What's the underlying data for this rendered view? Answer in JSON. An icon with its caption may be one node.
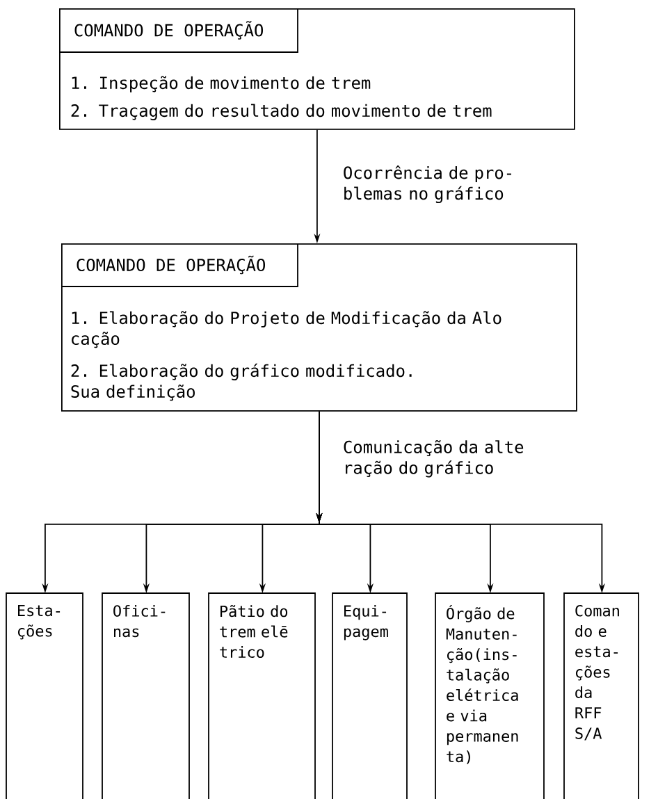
{
  "diagram": {
    "nodes": [
      {
        "text": [
          "COMANDO DE OPERAÇÃO",
          "1. Inspeção de movimento de trem",
          "2. Traçagem do resultado do movimento de trem"
        ]
      },
      {
        "text": [
          "COMANDO DE OPERAÇÃO",
          "1. Elaboração do Projeto de Modificação da Alo cação",
          "2. Elaboração do gráfico modificado. Sua definição"
        ]
      },
      {
        "text": [
          "Esta- ções"
        ]
      },
      {
        "text": [
          "Ofici- nas"
        ]
      },
      {
        "text": [
          "Pãtio do trem elē trico"
        ]
      },
      {
        "text": [
          "Equi- pagem"
        ]
      },
      {
        "text": [
          "Órgão de Manuten- ção(ins- talação elétrica e via permanen ta)"
        ]
      },
      {
        "text": [
          "Coman do e esta- ções da RFF S/A"
        ]
      }
    ],
    "edges": [
      {
        "from": 0,
        "to": 1,
        "arrow": "to",
        "label": "Ocorrência de pro- blemas no gráfico"
      },
      {
        "from": 1,
        "to": 2,
        "arrow": "to",
        "label": "Comunicação da alte ração do gráfico"
      },
      {
        "from": 1,
        "to": 3,
        "arrow": "to"
      },
      {
        "from": 1,
        "to": 4,
        "arrow": "to"
      },
      {
        "from": 1,
        "to": 5,
        "arrow": "to"
      },
      {
        "from": 1,
        "to": 6,
        "arrow": "to"
      },
      {
        "from": 1,
        "to": 7,
        "arrow": "to"
      }
    ]
  }
}
